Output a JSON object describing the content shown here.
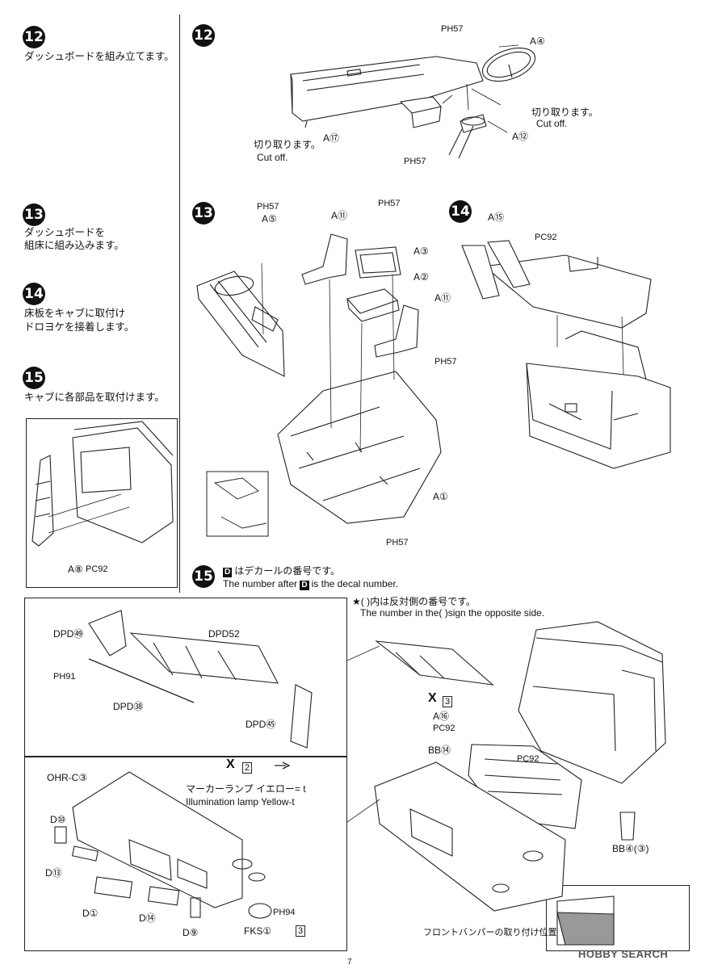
{
  "steps": {
    "s12": {
      "num": "12",
      "text": "ダッシュボードを組み立てます。"
    },
    "s13": {
      "num": "13",
      "text1": "ダッシュボードを",
      "text2": "組床に組み込みます。"
    },
    "s14": {
      "num": "14",
      "text1": "床板をキャブに取付け",
      "text2": "ドロヨケを接着します。"
    },
    "s15": {
      "num": "15",
      "text": "キャブに各部品を取付けます。"
    }
  },
  "diag12": {
    "num": "12",
    "ph57": "PH57",
    "a4": "A④",
    "a17": "A⑰",
    "a12": "A⑫",
    "cut_jp_left": "切り取ります。",
    "cut_en_left": "Cut off.",
    "cut_jp_right": "切り取ります。",
    "cut_en_right": "Cut off."
  },
  "diag13": {
    "num": "13",
    "ph57_a": "PH57",
    "a5": "A⑤",
    "a11_top": "A⑪",
    "ph57_b": "PH57",
    "a3": "A③",
    "a2": "A②",
    "a11_right": "A⑪",
    "ph57_c": "PH57",
    "a1": "A①",
    "ph57_d": "PH57"
  },
  "diag14": {
    "num": "14",
    "a15": "A⑮",
    "pc92": "PC92"
  },
  "small15": {
    "a8": "A⑧",
    "pc92": "PC92"
  },
  "diag15": {
    "num": "15",
    "d_badge": "D",
    "note_jp": "はデカールの番号です。",
    "note_en_pre": "The number after",
    "note_en_post": "is the decal number.",
    "star_jp": "★(  )内は反対側の番号です。",
    "star_en": "The number in the(  )sign the opposite side."
  },
  "panel_a": {
    "dpd49": "DPD㊾",
    "dpd52": "DPD52",
    "ph91": "PH91",
    "dpd38": "DPD㊳",
    "dpd45": "DPD㊺"
  },
  "panel_b": {
    "x_mark": "X",
    "tri2": "2",
    "ohrc3": "OHR-C③",
    "marker_jp": "マーカーランプ イエロー= t",
    "marker_en": "Illumination lamp Yellow-t",
    "d10": "D⑩",
    "d13": "D⑬",
    "d1": "D①",
    "d14": "D⑭",
    "d9": "D⑨",
    "ph94": "PH94",
    "fks1": "FKS①",
    "tri3": "3"
  },
  "main15": {
    "x_mark": "X",
    "tri3": "3",
    "a16": "A⑯",
    "pc92_a": "PC92",
    "bb14": "BB⑭",
    "pc92_b": "PC92",
    "bb4": "BB④(③)",
    "bumper_jp": "フロントバンパーの取り付け位置"
  },
  "footer": {
    "page": "7",
    "watermark": "HOBBY SEARCH"
  }
}
